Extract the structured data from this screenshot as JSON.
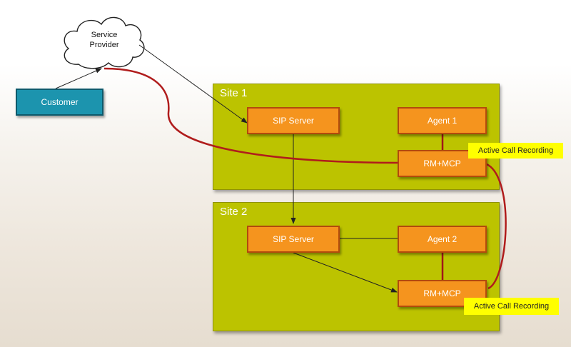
{
  "cloud": {
    "line1": "Service",
    "line2": "Provider",
    "icon": "cloud-icon"
  },
  "customer": {
    "label": "Customer"
  },
  "site1": {
    "label": "Site 1",
    "sip_server": "SIP Server",
    "agent": "Agent 1",
    "rm_mcp": "RM+MCP",
    "recording_tag": "Active Call Recording"
  },
  "site2": {
    "label": "Site 2",
    "sip_server": "SIP Server",
    "agent": "Agent 2",
    "rm_mcp": "RM+MCP",
    "recording_tag": "Active Call Recording"
  },
  "colors": {
    "site_fill": "#bcc300",
    "node_fill": "#f5941e",
    "node_border": "#b24a0c",
    "customer_fill": "#1c94ae",
    "media_path": "#b01c1c",
    "tag_fill": "#ffff00"
  }
}
